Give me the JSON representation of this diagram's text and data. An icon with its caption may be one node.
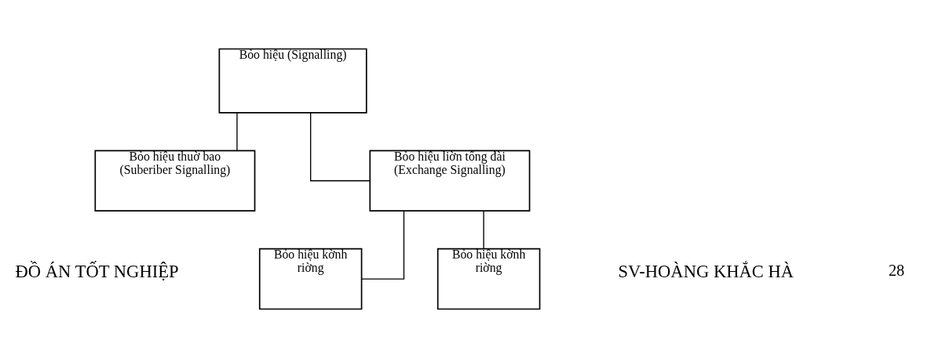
{
  "diagram": {
    "nodes": [
      {
        "text": [
          "Bỏo hiệu (Signalling)"
        ]
      },
      {
        "text": [
          "Bỏo hiệu thuờ bao (Suberiber Signalling)"
        ]
      },
      {
        "text": [
          "Bỏo hiệu liờn tổng đài (Exchange Signalling)"
        ]
      },
      {
        "text": [
          "Bỏo hiệu kờnh riờng"
        ]
      },
      {
        "text": [
          "Bỏo hiệu kờnh riờng"
        ]
      }
    ],
    "edges": [
      {
        "from": 0,
        "to": 1,
        "arrow": "none"
      },
      {
        "from": 0,
        "to": 2,
        "arrow": "none"
      },
      {
        "from": 2,
        "to": 3,
        "arrow": "none"
      },
      {
        "from": 2,
        "to": 4,
        "arrow": "none"
      }
    ],
    "labels": [
      "28",
      "ĐỒ ÁN TỐT NGHIỆP",
      "SV-HOÀNG KHẮC HÀ"
    ]
  }
}
